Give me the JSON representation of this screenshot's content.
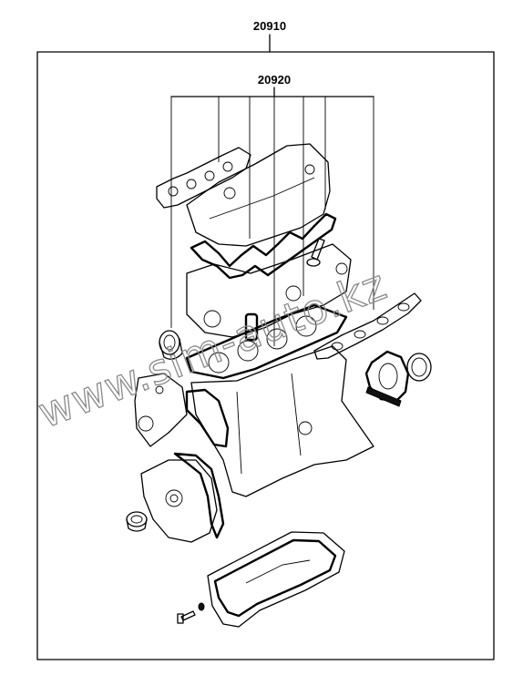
{
  "labels": {
    "outer_kit": "20910",
    "inner_kit": "20920"
  },
  "watermark": {
    "text": "www.sim-auto.kz"
  }
}
